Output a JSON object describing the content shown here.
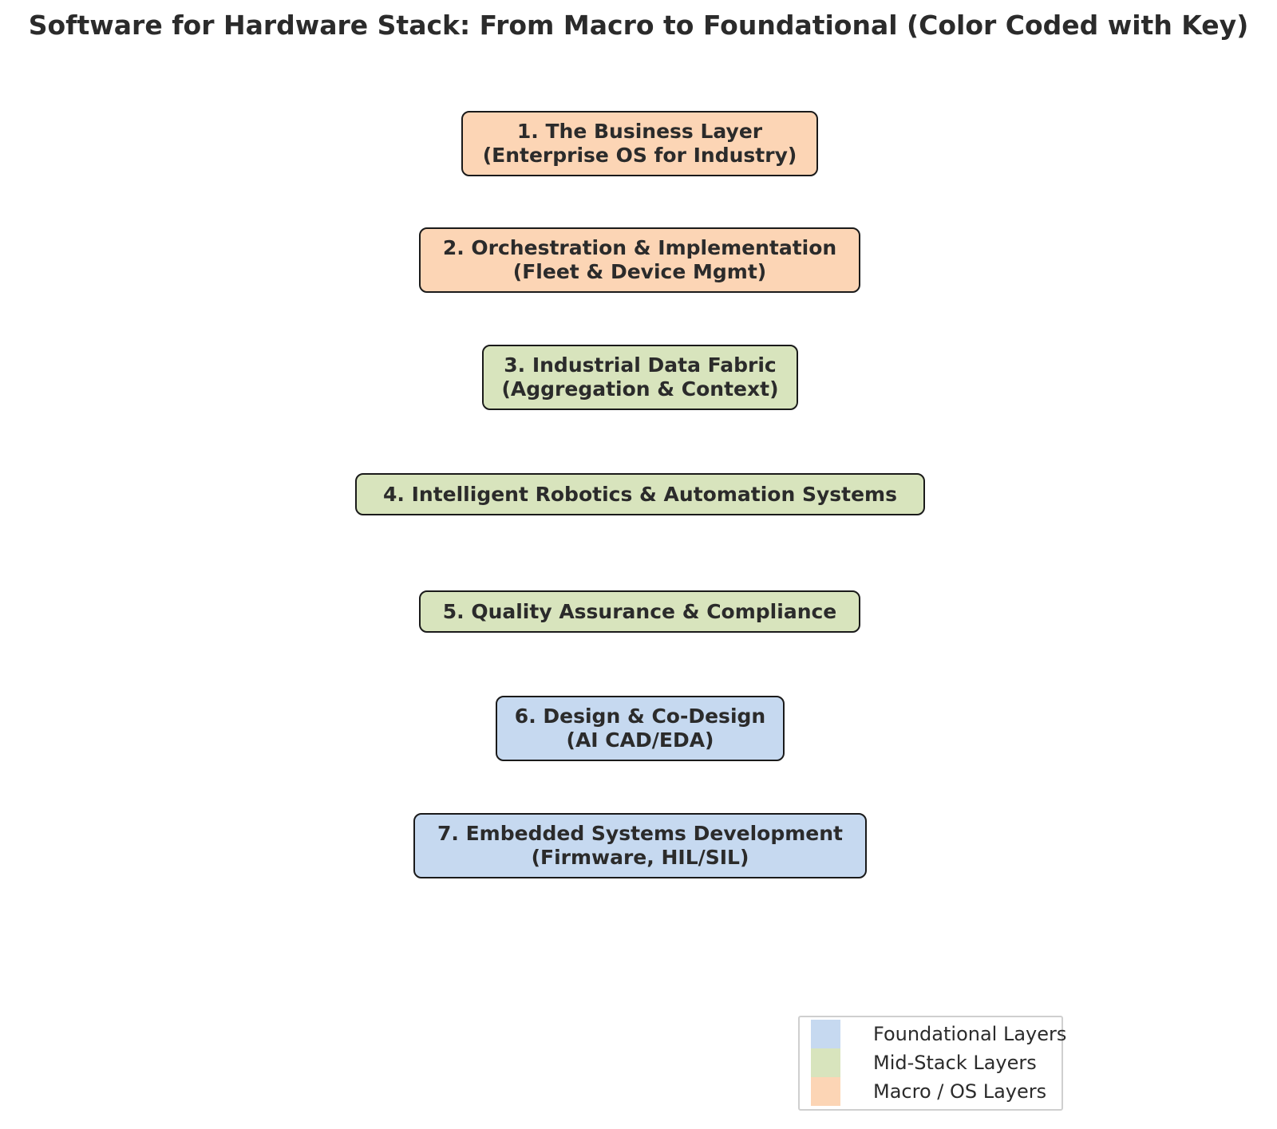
{
  "title": "Software for Hardware Stack: From Macro to Foundational (Color Coded with Key)",
  "colors": {
    "macro": "#fcd5b5",
    "mid": "#d8e4bd",
    "foundational": "#c6d9f0",
    "border": "#1a1a1a"
  },
  "layers": [
    {
      "line1": "1. The Business Layer",
      "line2": "(Enterprise OS for Industry)",
      "group": "macro"
    },
    {
      "line1": "2. Orchestration & Implementation",
      "line2": "(Fleet & Device Mgmt)",
      "group": "macro"
    },
    {
      "line1": "3. Industrial Data Fabric",
      "line2": "(Aggregation & Context)",
      "group": "mid"
    },
    {
      "line1": "4. Intelligent Robotics & Automation Systems",
      "line2": "",
      "group": "mid"
    },
    {
      "line1": "5. Quality Assurance & Compliance",
      "line2": "",
      "group": "mid"
    },
    {
      "line1": "6. Design & Co-Design",
      "line2": "(AI CAD/EDA)",
      "group": "foundational"
    },
    {
      "line1": "7. Embedded Systems Development",
      "line2": "(Firmware, HIL/SIL)",
      "group": "foundational"
    }
  ],
  "legend": [
    {
      "label": "Foundational Layers",
      "group": "foundational"
    },
    {
      "label": "Mid-Stack Layers",
      "group": "mid"
    },
    {
      "label": "Macro / OS Layers",
      "group": "macro"
    }
  ]
}
